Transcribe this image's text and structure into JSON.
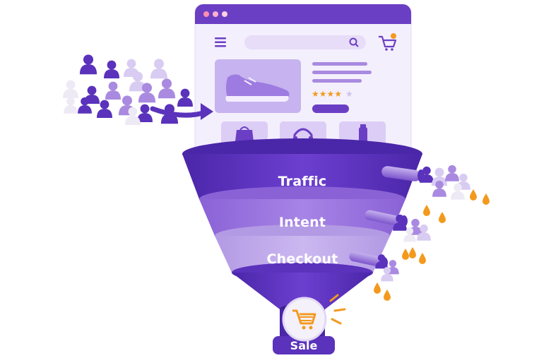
{
  "funnel": {
    "stages": [
      {
        "label": "Traffic"
      },
      {
        "label": "Intent"
      },
      {
        "label": "Checkout"
      }
    ],
    "sale_label": "Sale"
  },
  "browser_mockup": {
    "rating_stars_filled": 4,
    "rating_stars_total": 5,
    "product_categories": [
      "handbag-icon",
      "headphones-icon",
      "bottle-icon"
    ]
  },
  "colors": {
    "primary_purple": "#6b3fc4",
    "light_purple": "#a98ae0",
    "lavender": "#d9ccf2",
    "accent_orange": "#f39a1e",
    "dark_navy": "#3a1f7a"
  }
}
